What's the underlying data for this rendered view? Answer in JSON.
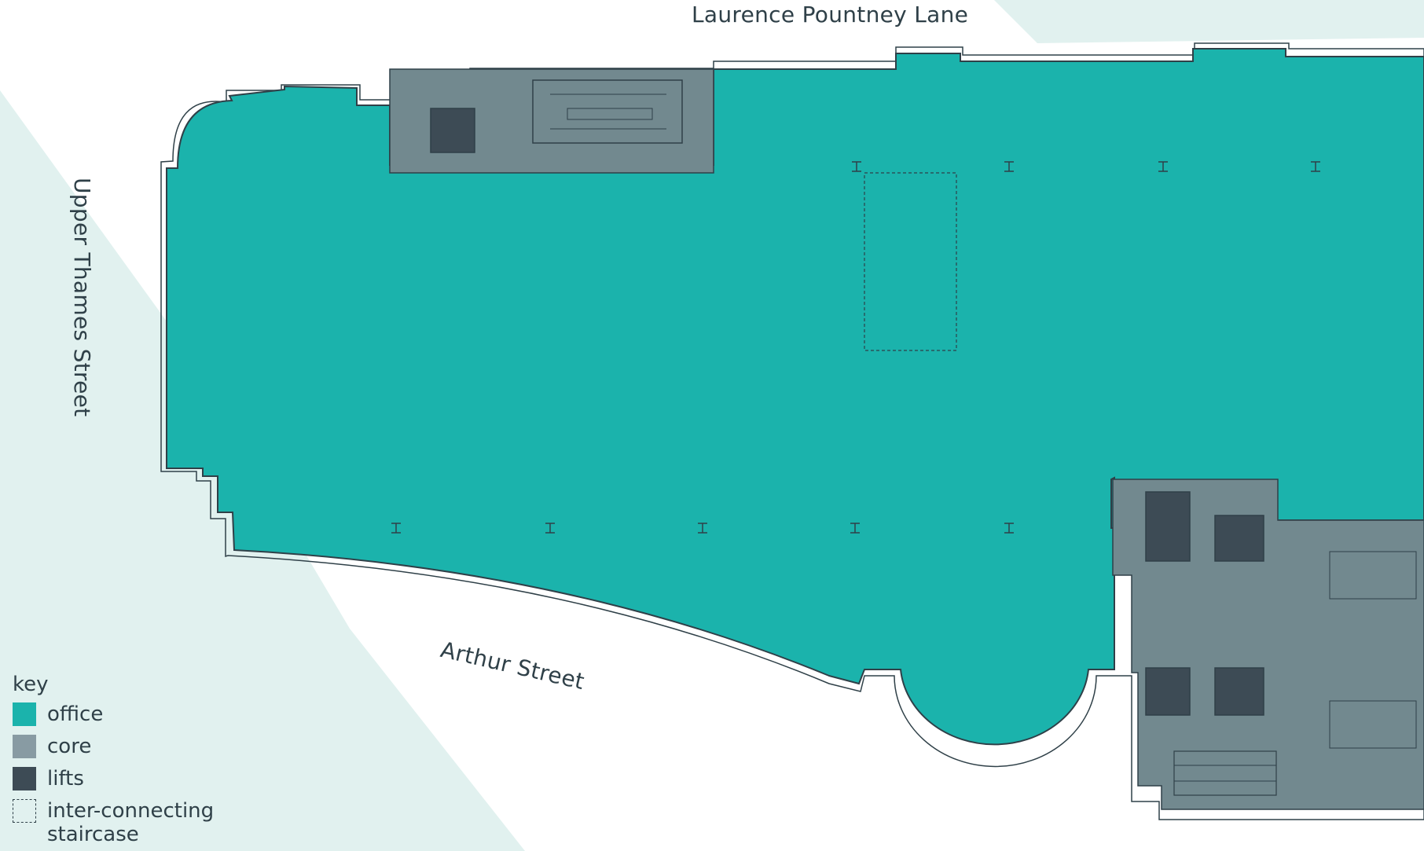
{
  "streets": {
    "north": "Laurence Pountney Lane",
    "west": "Upper Thames Street",
    "south": "Arthur Street"
  },
  "legend": {
    "title": "key",
    "items": [
      {
        "key": "office",
        "label": "office",
        "color": "#1bb3ac"
      },
      {
        "key": "core",
        "label": "core",
        "color": "#889ba3"
      },
      {
        "key": "lifts",
        "label": "lifts",
        "color": "#3d4b55"
      },
      {
        "key": "staircase",
        "label": "inter-connecting staircase",
        "color": "transparent"
      }
    ]
  },
  "colors": {
    "office": "#1bb3ac",
    "core": "#72898f",
    "lifts": "#3d4b55",
    "street_shading": "#e1f1ef",
    "outline": "#2f4048"
  }
}
